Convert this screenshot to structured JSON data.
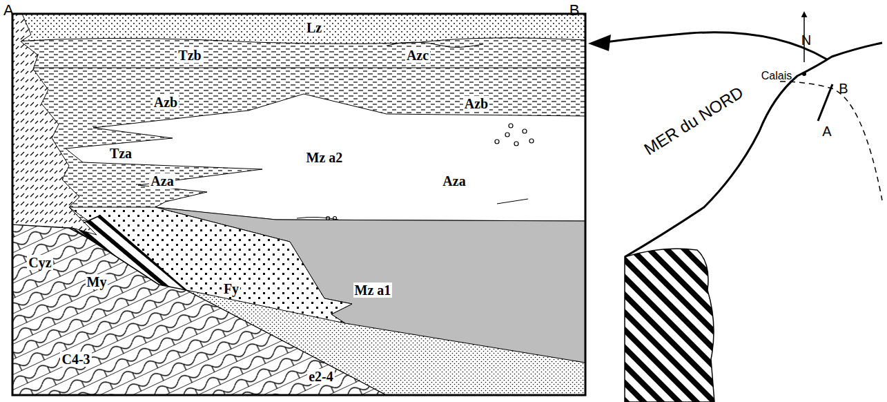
{
  "diagram": {
    "labels": [
      "A",
      "B",
      "Lz",
      "Tzb",
      "Azc",
      "Azb",
      "Azb",
      "Tza",
      "Mz a2",
      "Aza",
      "Aza",
      "Cyz",
      "My",
      "Fy",
      "Mz a1",
      "C4-3",
      "e2-4",
      "N",
      "Calais",
      "MER du NORD",
      "B",
      "A"
    ]
  }
}
